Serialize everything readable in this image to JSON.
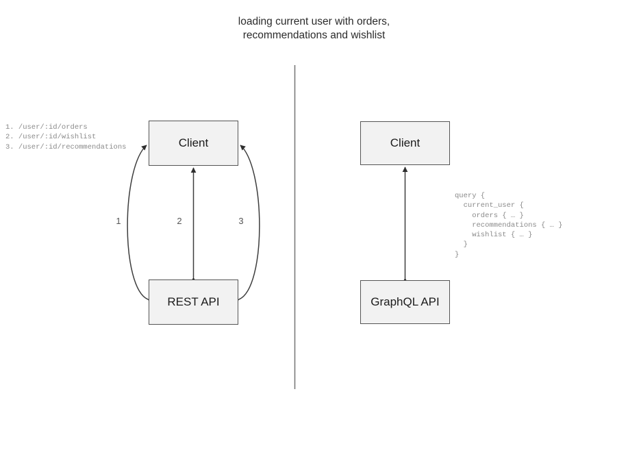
{
  "title": "loading current user with orders,\nrecommendations and wishlist",
  "left_panel": {
    "client_label": "Client",
    "api_label": "REST API",
    "edge_labels": [
      "1",
      "2",
      "3"
    ],
    "endpoint_list": "1. /user/:id/orders\n2. /user/:id/wishlist\n3. /user/:id/recommendations"
  },
  "right_panel": {
    "client_label": "Client",
    "api_label": "GraphQL API",
    "query": "query {\n  current_user {\n    orders { … }\n    recommendations { … }\n    wishlist { … }\n  }\n}"
  },
  "colors": {
    "box_fill": "#f2f2f2",
    "box_border": "#545454",
    "stroke": "#3d3d3d",
    "divider": "#7a7a7a",
    "code_text": "#8a8a8a",
    "title_text": "#2b2b2b"
  }
}
